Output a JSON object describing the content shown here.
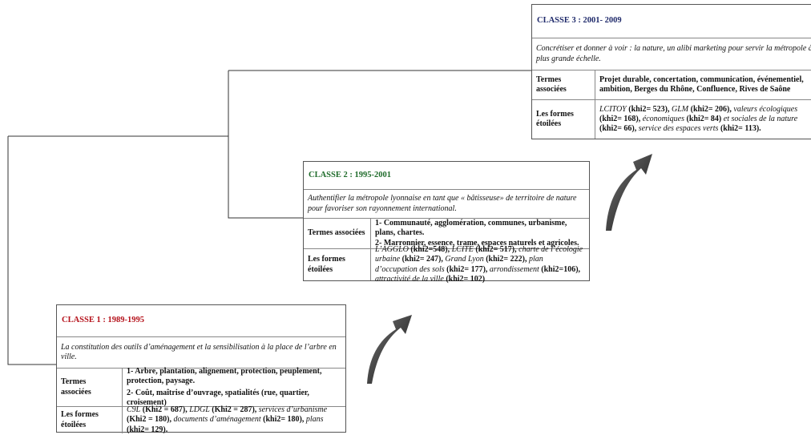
{
  "colors": {
    "class1": "#b5121b",
    "class2": "#1e6b2a",
    "class3": "#1f2a6b",
    "lines": "#333333",
    "arrow": "#2a2a2a"
  },
  "class1": {
    "title": "CLASSE 1 : 1989-1995",
    "description": "La constitution des outils d’aménagement et la sensibilisation à la place de l’arbre en ville.",
    "terms_label": "Termes associées",
    "terms": [
      "1- Arbre, plantation, alignement, protection, peuplement, protection, paysage.",
      "2- Coût, maîtrise d’ouvrage, spatialités (rue, quartier, croisement)"
    ],
    "forms_label": "Les formes étoilées",
    "forms": [
      {
        "t": "C9L",
        "s": "i"
      },
      {
        "t": " (Khi2 = 687), ",
        "s": "b"
      },
      {
        "t": "LDGL",
        "s": "i"
      },
      {
        "t": " (Khi2 = 287), ",
        "s": "b"
      },
      {
        "t": "services d’urbanisme",
        "s": "i"
      },
      {
        "t": " (Khi2 = 180), ",
        "s": "b"
      },
      {
        "t": "documents d’aménagement",
        "s": "i"
      },
      {
        "t": " (khi2= 180), ",
        "s": "b"
      },
      {
        "t": "plans",
        "s": "i"
      },
      {
        "t": " (khi2= 129).",
        "s": "b"
      }
    ]
  },
  "class2": {
    "title": "CLASSE 2 : 1995-2001",
    "description": "Authentifier la métropole lyonnaise en tant que « bâtisseuse» de territoire de nature pour favoriser son rayonnement international.",
    "terms_label": "Termes associées",
    "terms": [
      "1- Communauté, agglomération, communes, urbanisme, plans, chartes.",
      "2- Marronnier, essence, trame, espaces naturels et agricoles."
    ],
    "forms_label": "Les formes étoilées",
    "forms": [
      {
        "t": "L’AGGLO",
        "s": "i"
      },
      {
        "t": " (khi2=548), ",
        "s": "b"
      },
      {
        "t": "LCITE",
        "s": "i"
      },
      {
        "t": " (khi2= 517), ",
        "s": "b"
      },
      {
        "t": "charte de l’écologie urbaine",
        "s": "i"
      },
      {
        "t": " (khi2= 247), ",
        "s": "b"
      },
      {
        "t": "Grand Lyon",
        "s": "i"
      },
      {
        "t": " (khi2= 222), ",
        "s": "b"
      },
      {
        "t": "plan d’occupation des sols",
        "s": "i"
      },
      {
        "t": " (khi2= 177), ",
        "s": "b"
      },
      {
        "t": "arrondissement",
        "s": "i"
      },
      {
        "t": " (khi2=106), ",
        "s": "b"
      },
      {
        "t": "attractivité de la ville",
        "s": "i"
      },
      {
        "t": " (khi2= 102)",
        "s": "b"
      }
    ]
  },
  "class3": {
    "title": "CLASSE 3 : 2001- 2009",
    "description": "Concrétiser et donner à voir : la nature, un alibi marketing pour servir la métropole à plus grande échelle.",
    "terms_label": "Termes associées",
    "terms": [
      "Projet durable, concertation, communication, événementiel, ambition, Berges du Rhône, Confluence, Rives de Saône"
    ],
    "forms_label": "Les formes étoilées",
    "forms": [
      {
        "t": "LCITOY",
        "s": "i"
      },
      {
        "t": " (khi2= 523), ",
        "s": "b"
      },
      {
        "t": "GLM",
        "s": "i"
      },
      {
        "t": " (khi2= 206), ",
        "s": "b"
      },
      {
        "t": "valeurs écologiques",
        "s": "i"
      },
      {
        "t": " (khi2= 168), ",
        "s": "b"
      },
      {
        "t": "économiques",
        "s": "i"
      },
      {
        "t": " (khi2= 84) ",
        "s": "b"
      },
      {
        "t": "et sociales de la nature",
        "s": "i"
      },
      {
        "t": " (khi2= 66), ",
        "s": "b"
      },
      {
        "t": "service des espaces verts",
        "s": "i"
      },
      {
        "t": " (khi2= 113).",
        "s": "b"
      }
    ]
  }
}
